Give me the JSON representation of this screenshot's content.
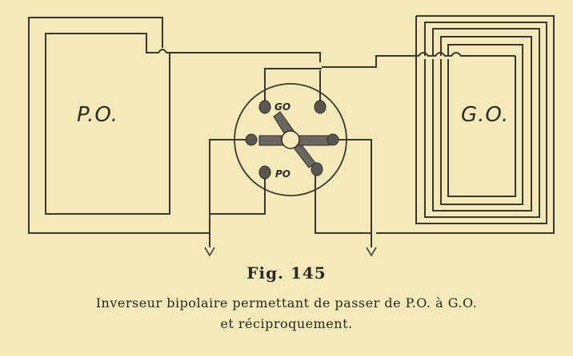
{
  "diagram": {
    "labels": {
      "po_coil": "P.O.",
      "go_coil": "G.O.",
      "go_contact": "GO",
      "po_contact": "PO"
    }
  },
  "caption": {
    "figure_number": "Fig. 145",
    "line1": "Inverseur bipolaire permettant de passer de P.O. à G.O.",
    "line2": "et réciproquement."
  }
}
